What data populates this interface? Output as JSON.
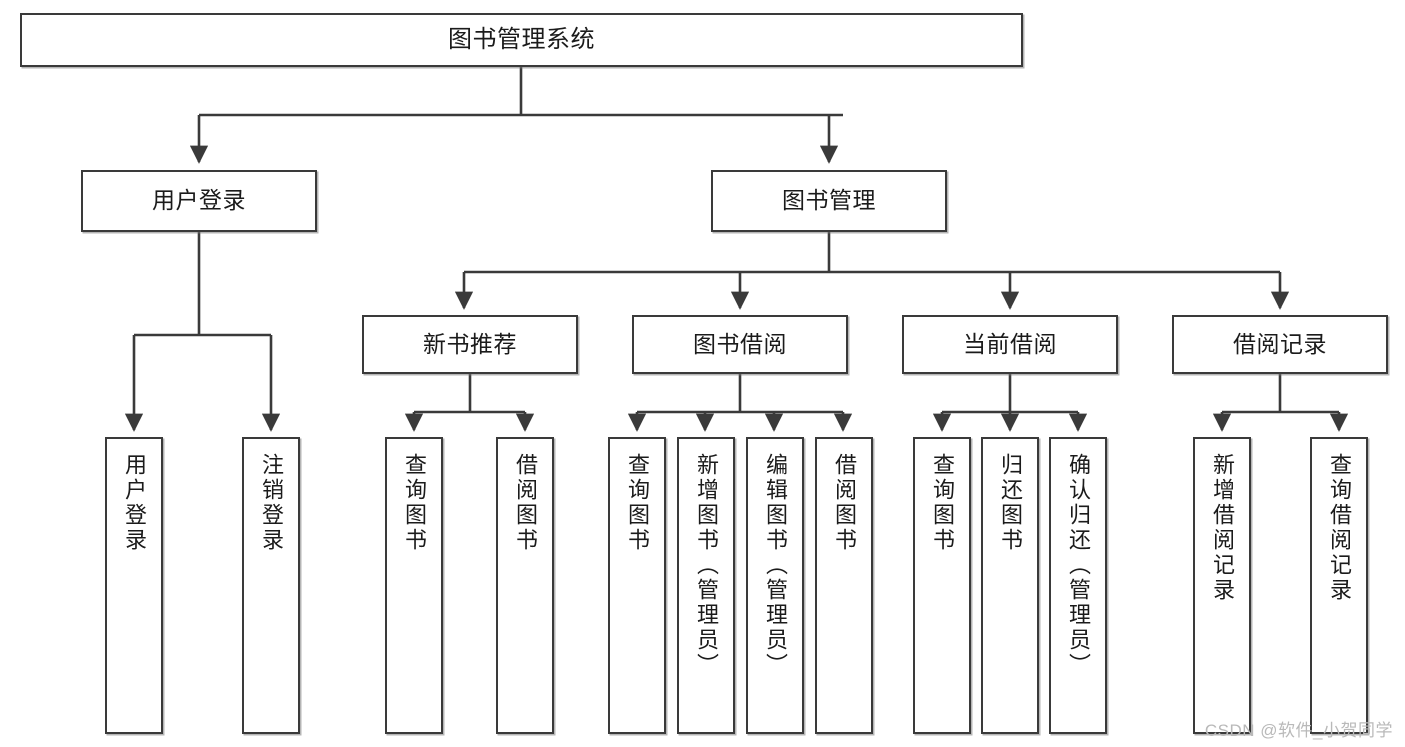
{
  "diagram": {
    "type": "tree-hierarchy-chart",
    "title": "图书管理系统",
    "style": {
      "background": "#ffffff",
      "node_fill": "#ffffff",
      "node_stroke": "#3a3a3a",
      "connector_color": "#3a3a3a",
      "text_color": "#1b1b1b",
      "watermark_color": "#b9b9b9"
    },
    "root": {
      "label": "图书管理系统"
    },
    "level2": [
      {
        "label": "用户登录"
      },
      {
        "label": "图书管理"
      }
    ],
    "level3": [
      {
        "label": "新书推荐"
      },
      {
        "label": "图书借阅"
      },
      {
        "label": "当前借阅"
      },
      {
        "label": "借阅记录"
      }
    ],
    "leaves": {
      "user_login": [
        {
          "label": "用户登录"
        },
        {
          "label": "注销登录"
        }
      ],
      "new_book_recommend": [
        {
          "label": "查询图书"
        },
        {
          "label": "借阅图书"
        }
      ],
      "book_borrow": [
        {
          "label": "查询图书"
        },
        {
          "label": "新增图书（管理员）"
        },
        {
          "label": "编辑图书（管理员）"
        },
        {
          "label": "借阅图书"
        }
      ],
      "current_borrow": [
        {
          "label": "查询图书"
        },
        {
          "label": "归还图书"
        },
        {
          "label": "确认归还（管理员）"
        }
      ],
      "borrow_record": [
        {
          "label": "新增借阅记录"
        },
        {
          "label": "查询借阅记录"
        }
      ]
    }
  },
  "watermark": {
    "text": "CSDN @软件_小贺同学"
  }
}
